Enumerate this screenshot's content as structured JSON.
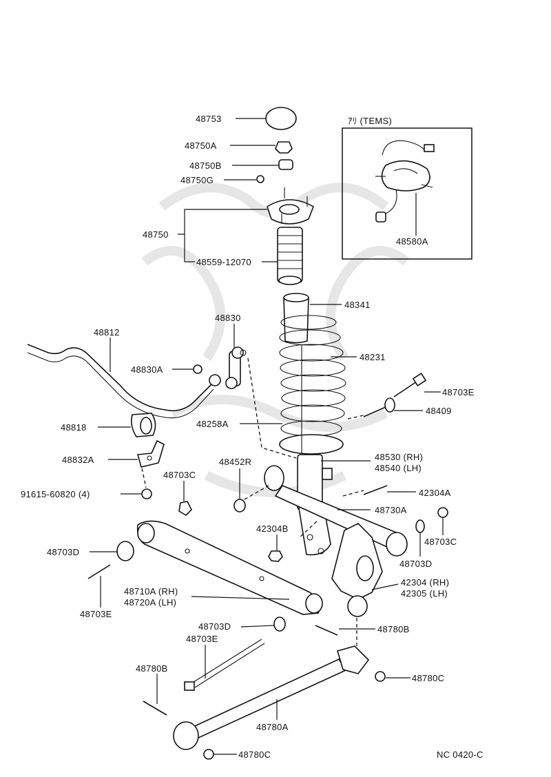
{
  "inset": {
    "title": "ｱﾘ (TEMS)",
    "part": "48580A"
  },
  "labels": {
    "p48753": "48753",
    "p48750A": "48750A",
    "p48750B": "48750B",
    "p48750G": "48750G",
    "p48750": "48750",
    "p48559": "48559-12070",
    "p48341": "48341",
    "p48830": "48830",
    "p48812": "48812",
    "p48830A": "48830A",
    "p48231": "48231",
    "p48703E_top": "48703E",
    "p48409": "48409",
    "p48818": "48818",
    "p48258A": "48258A",
    "p48832A": "48832A",
    "p48530": "48530 (RH)",
    "p48540": "48540 (LH)",
    "p48452R": "48452R",
    "p48703C_left": "48703C",
    "p42304A": "42304A",
    "p91615": "91615-60820 (4)",
    "p48730A": "48730A",
    "p42304B": "42304B",
    "p48703C_right": "48703C",
    "p48703D_left": "48703D",
    "p48703D_right": "48703D",
    "p42304RH": "42304 (RH)",
    "p42305LH": "42305 (LH)",
    "p48710A": "48710A (RH)",
    "p48720A": "48720A (LH)",
    "p48703E_left": "48703E",
    "p48703D_mid": "48703D",
    "p48780B_right": "48780B",
    "p48703E_mid": "48703E",
    "p48780B_left": "48780B",
    "p48780C_right": "48780C",
    "p48780A": "48780A",
    "p48780C_bottom": "48780C"
  },
  "footer": {
    "code": "NC 0420-C"
  }
}
